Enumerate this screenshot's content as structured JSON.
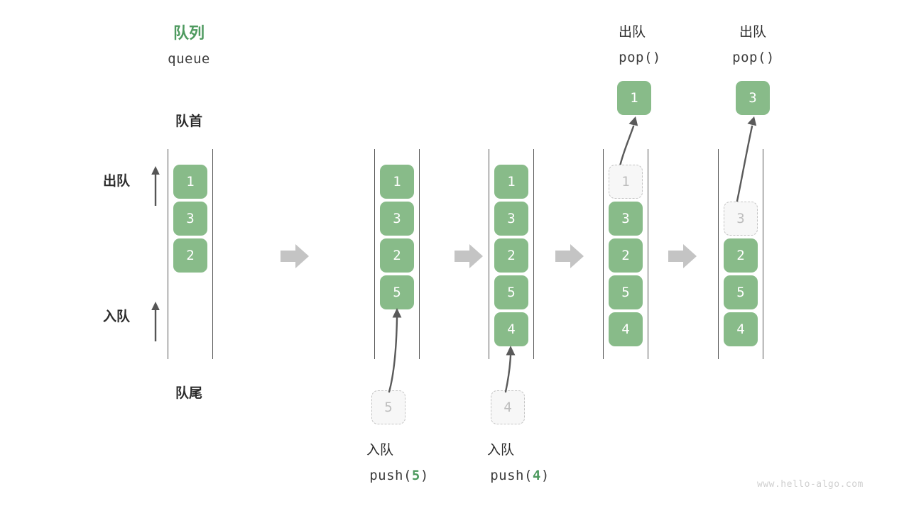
{
  "diagram": {
    "title_cn": "队列",
    "title_en": "queue",
    "front_label": "队首",
    "rear_label": "队尾",
    "dequeue_label": "出队",
    "enqueue_label": "入队",
    "watermark": "www.hello-algo.com",
    "colors": {
      "accent_green": "#88bb89",
      "title_green": "#4e9a5f",
      "rail_gray": "#555555",
      "ghost_fill": "#f7f7f7",
      "ghost_border": "#c4c4c4",
      "ghost_text": "#bdbdbd",
      "step_arrow": "#c4c4c4",
      "text": "#2b2b2b",
      "watermark": "#cfcfcf"
    },
    "steps": [
      {
        "id": "step-initial",
        "items": [
          "1",
          "3",
          "2"
        ],
        "ghost_index": -1,
        "caption_cn": "",
        "caption_code": ""
      },
      {
        "id": "step-push-5",
        "items": [
          "1",
          "3",
          "2",
          "5"
        ],
        "ghost_index": -1,
        "caption_cn": "入队",
        "caption_code": "push(5)",
        "caption_value": "5",
        "incoming_value": "5"
      },
      {
        "id": "step-push-4",
        "items": [
          "1",
          "3",
          "2",
          "5",
          "4"
        ],
        "ghost_index": -1,
        "caption_cn": "入队",
        "caption_code": "push(4)",
        "caption_value": "4",
        "incoming_value": "4"
      },
      {
        "id": "step-pop-1",
        "items": [
          "1",
          "3",
          "2",
          "5",
          "4"
        ],
        "ghost_index": 0,
        "caption_cn": "出队",
        "caption_code": "pop()",
        "popped_value": "1"
      },
      {
        "id": "step-pop-3",
        "items": [
          "",
          "3",
          "2",
          "5",
          "4"
        ],
        "ghost_index": 1,
        "caption_cn": "出队",
        "caption_code": "pop()",
        "popped_value": "3"
      }
    ]
  }
}
